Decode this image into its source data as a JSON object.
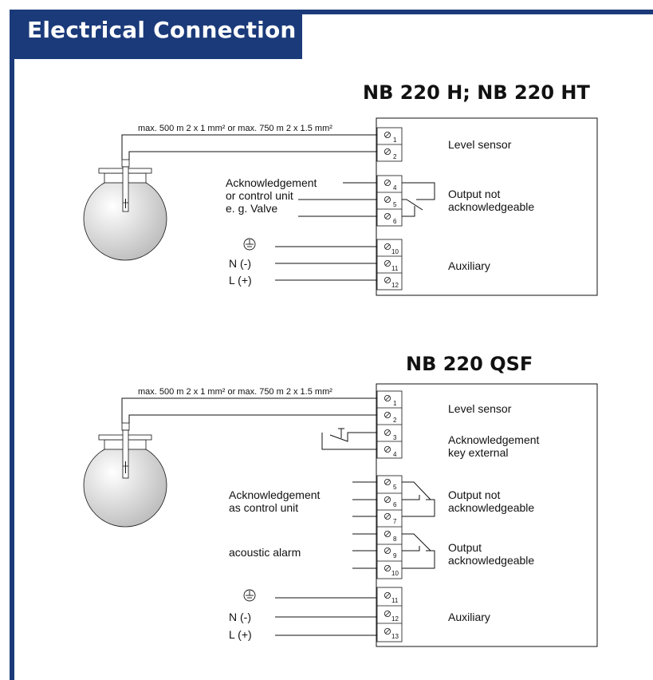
{
  "header": {
    "title": "Electrical Connection",
    "color": "#1b3a7a"
  },
  "diagram_1": {
    "title": "NB 220 H; NB 220 HT",
    "cable_label": "max. 500 m 2 x 1 mm² or max. 750 m 2 x 1.5 mm²",
    "terminals": [
      "1",
      "2",
      "4",
      "5",
      "6",
      "10",
      "11",
      "12"
    ],
    "functions": {
      "level_sensor": "Level sensor",
      "output_line1": "Output not",
      "output_line2": "acknowledgeable",
      "auxiliary": "Auxiliary"
    },
    "left_labels": {
      "ack_line1": "Acknowledgement",
      "ack_line2": "or control unit",
      "ack_line3": "e. g. Valve",
      "neutral": "N (-)",
      "live": "L (+)"
    }
  },
  "diagram_2": {
    "title": "NB 220 QSF",
    "cable_label": "max. 500 m 2 x 1 mm² or max. 750 m 2 x 1.5 mm²",
    "terminals": [
      "1",
      "2",
      "3",
      "4",
      "5",
      "6",
      "7",
      "8",
      "9",
      "10",
      "11",
      "12",
      "13"
    ],
    "functions": {
      "level_sensor": "Level sensor",
      "ack_key_line1": "Acknowledgement",
      "ack_key_line2": "key external",
      "out_not_line1": "Output not",
      "out_not_line2": "acknowledgeable",
      "out_ack_line1": "Output",
      "out_ack_line2": "acknowledgeable",
      "auxiliary": "Auxiliary"
    },
    "left_labels": {
      "ack_line1": "Acknowledgement",
      "ack_line2": "as control unit",
      "alarm": "acoustic alarm",
      "neutral": "N (-)",
      "live": "L (+)"
    }
  }
}
